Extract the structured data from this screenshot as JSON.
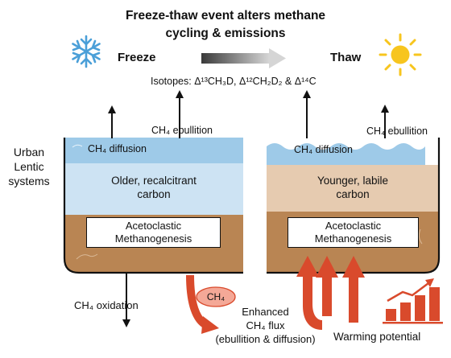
{
  "title_line1": "Freeze-thaw event alters methane",
  "title_line2": "cycling & emissions",
  "freeze_label": "Freeze",
  "thaw_label": "Thaw",
  "isotopes_text": "Isotopes: Δ¹³CH₃D, Δ¹²CH₂D₂ & Δ¹⁴C",
  "system_label": [
    "Urban",
    "Lentic",
    "systems"
  ],
  "left_ebullition": "CH₄ ebullition",
  "left_diffusion": "CH₄  diffusion",
  "left_carbon": [
    "Older, recalcitrant",
    "carbon"
  ],
  "left_process": [
    "Acetoclastic",
    "Methanogenesis"
  ],
  "right_ebullition": "CH₄ ebullition",
  "right_diffusion": "CH₄  diffusion",
  "right_carbon": [
    "Younger, labile",
    "carbon"
  ],
  "right_process": [
    "Acetoclastic",
    "Methanogenesis"
  ],
  "oxidation_label": "CH₄  oxidation",
  "bubble_label": "CH₄",
  "enhanced_flux": [
    "Enhanced",
    "CH₄ flux",
    "(ebullition & diffusion)"
  ],
  "warming_label": "Warming potential",
  "colors": {
    "ice_blue": "#9ecae8",
    "pale_blue": "#cde3f3",
    "sediment": "#b98553",
    "younger_carbon": "#e6cbb0",
    "flux_red": "#d94a2c",
    "sun": "#f7c51e",
    "snow": "#4a9fd8"
  }
}
